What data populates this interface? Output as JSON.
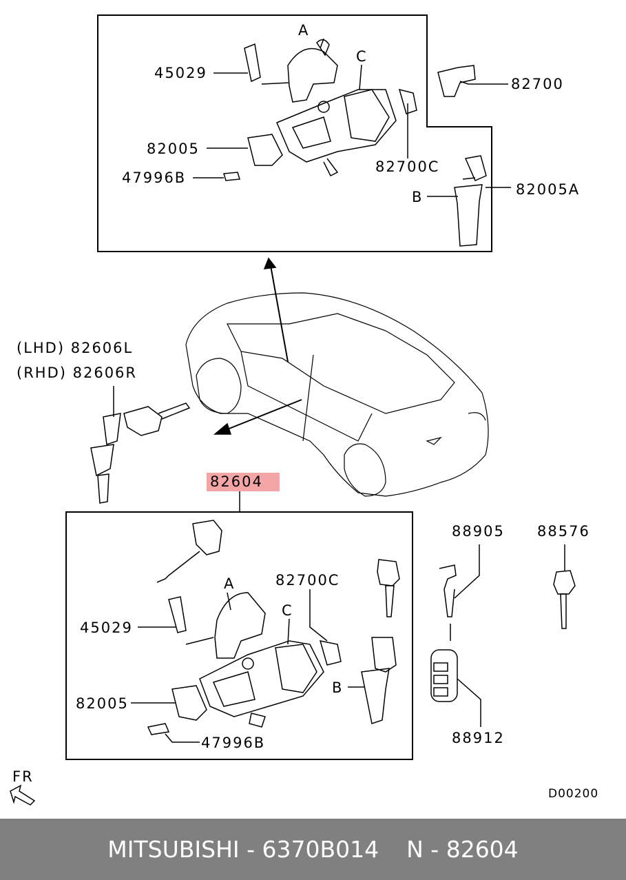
{
  "labels": {
    "top_45029": "45029",
    "top_A": "A",
    "top_C": "C",
    "top_82700": "82700",
    "top_82005": "82005",
    "top_47996B": "47996B",
    "top_82700C": "82700C",
    "top_B": "B",
    "top_82005A": "82005A",
    "lhd": "(LHD) 82606L",
    "rhd": "(RHD) 82606R",
    "main_82604": "82604",
    "bot_A": "A",
    "bot_C": "C",
    "bot_82700C": "82700C",
    "bot_45029": "45029",
    "bot_B": "B",
    "bot_82005": "82005",
    "bot_47996B": "47996B",
    "p88905": "88905",
    "p88576": "88576",
    "p88912": "88912",
    "fr": "FR",
    "diagram_code": "D00200"
  },
  "footer": {
    "brand_part": "MITSUBISHI - 6370B014",
    "ref": "N - 82604"
  }
}
